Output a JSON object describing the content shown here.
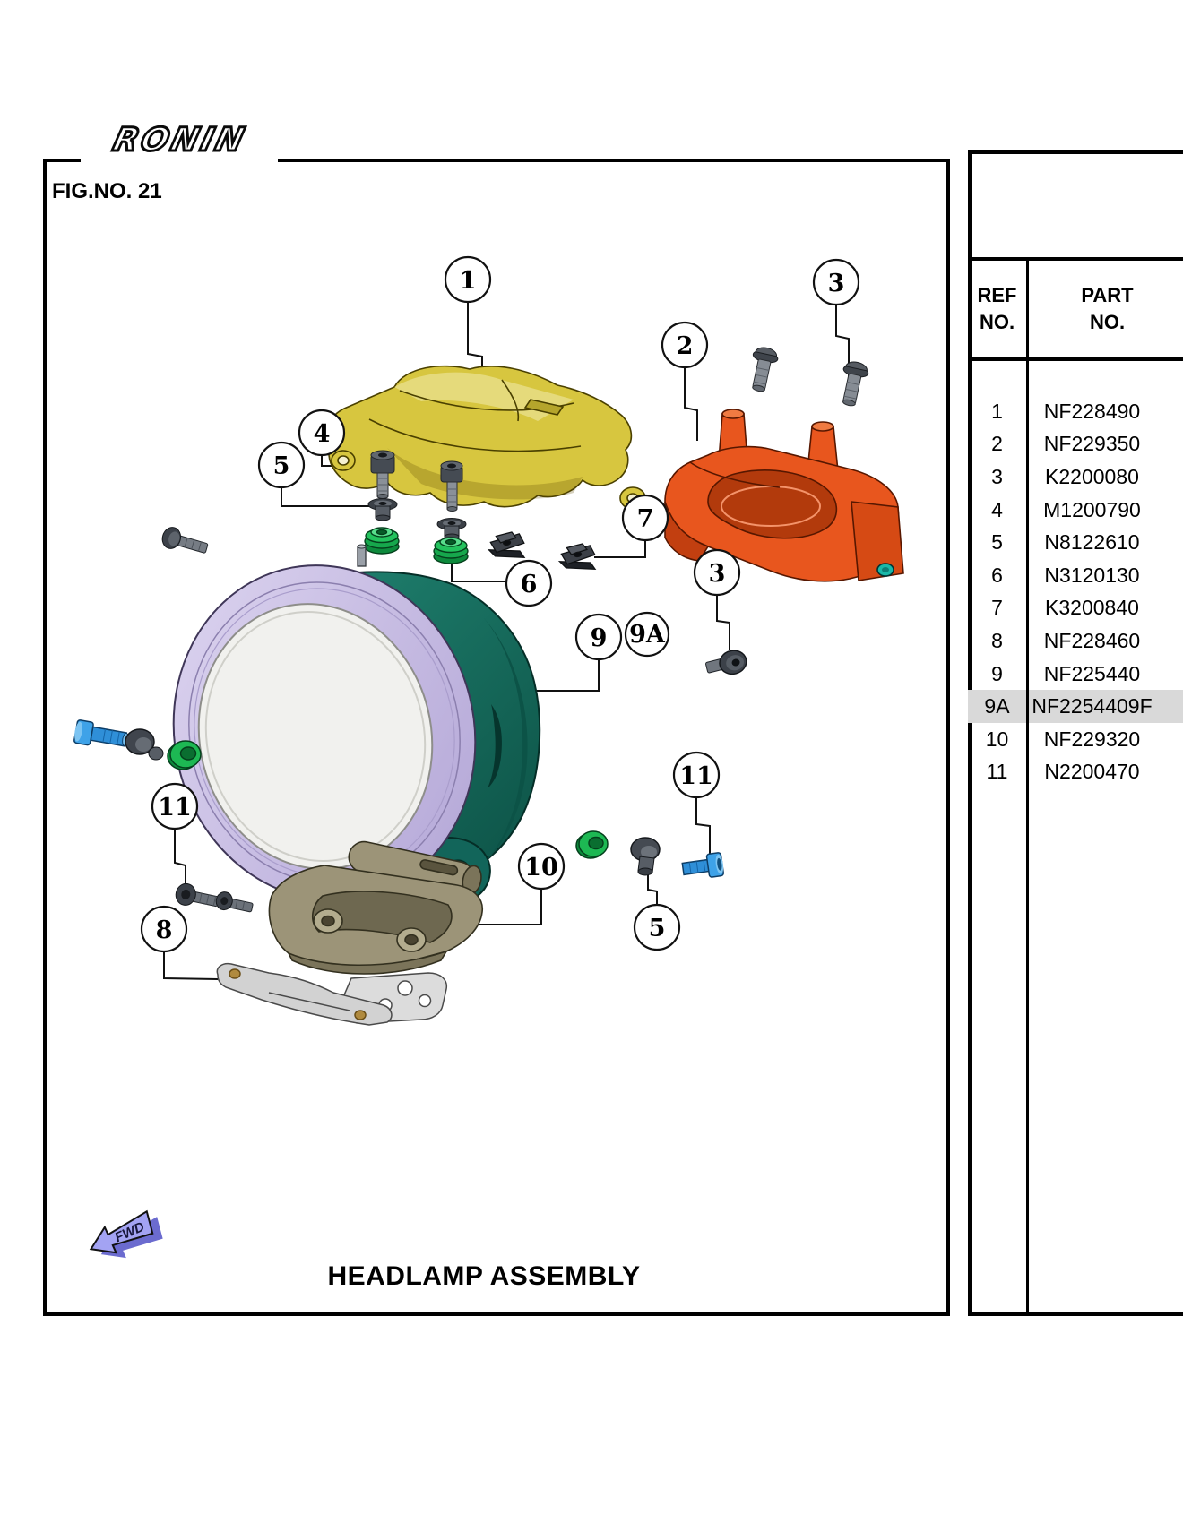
{
  "page": {
    "brand_logo": "RONIN",
    "fig_label": "FIG.NO. 21",
    "assembly_title": "HEADLAMP ASSEMBLY",
    "fwd_label": "FWD"
  },
  "table": {
    "header": {
      "ref_line1": "REF",
      "ref_line2": "NO.",
      "part_line1": "PART",
      "part_line2": "NO."
    },
    "rows": [
      {
        "ref": "1",
        "part": "NF228490",
        "highlight": false
      },
      {
        "ref": "2",
        "part": "NF229350",
        "highlight": false
      },
      {
        "ref": "3",
        "part": "K2200080",
        "highlight": false
      },
      {
        "ref": "4",
        "part": "M1200790",
        "highlight": false
      },
      {
        "ref": "5",
        "part": "N8122610",
        "highlight": false
      },
      {
        "ref": "6",
        "part": "N3120130",
        "highlight": false
      },
      {
        "ref": "7",
        "part": "K3200840",
        "highlight": false
      },
      {
        "ref": "8",
        "part": "NF228460",
        "highlight": false
      },
      {
        "ref": "9",
        "part": "NF225440",
        "highlight": false
      },
      {
        "ref": "9A",
        "part": "NF2254409F",
        "highlight": true
      },
      {
        "ref": "10",
        "part": "NF229320",
        "highlight": false
      },
      {
        "ref": "11",
        "part": "N2200470",
        "highlight": false
      }
    ]
  },
  "callouts": [
    {
      "label": "1"
    },
    {
      "label": "2"
    },
    {
      "label": "3"
    },
    {
      "label": "4"
    },
    {
      "label": "5"
    },
    {
      "label": "6"
    },
    {
      "label": "7"
    },
    {
      "label": "3"
    },
    {
      "label": "9"
    },
    {
      "label": "9A"
    },
    {
      "label": "11"
    },
    {
      "label": "8"
    },
    {
      "label": "10"
    },
    {
      "label": "5"
    },
    {
      "label": "11"
    }
  ],
  "colors": {
    "part1_yellow": "#d7c63f",
    "part2_orange": "#e8561e",
    "housing_teal": "#16705f",
    "bezel_lavender": "#c9bfe6",
    "lens_white": "#f1f1ee",
    "grommet_green": "#22c157",
    "bolt_blue": "#2f9ae0",
    "bracket_khaki": "#9c9478",
    "plate_gray": "#d2d2d2",
    "highlight_row": "#d9d9d9",
    "fwd_arrow_purple": "#a3a3f3"
  }
}
